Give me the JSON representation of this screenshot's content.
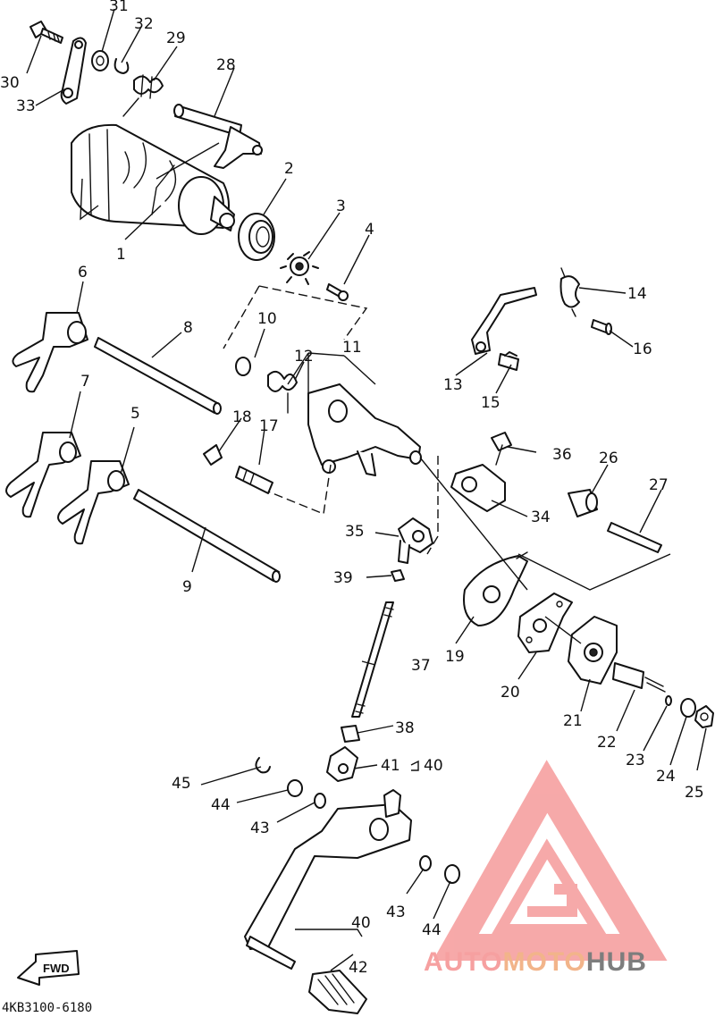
{
  "callouts": {
    "p1": "1",
    "p2": "2",
    "p3": "3",
    "p4": "4",
    "p5": "5",
    "p6": "6",
    "p7": "7",
    "p8": "8",
    "p9": "9",
    "p10": "10",
    "p11": "11",
    "p12": "12",
    "p13": "13",
    "p14": "14",
    "p15": "15",
    "p16": "16",
    "p17": "17",
    "p18": "18",
    "p19": "19",
    "p20": "20",
    "p21": "21",
    "p22": "22",
    "p23": "23",
    "p24": "24",
    "p25": "25",
    "p26": "26",
    "p27": "27",
    "p28": "28",
    "p29": "29",
    "p30": "30",
    "p31": "31",
    "p32": "32",
    "p33": "33",
    "p34": "34",
    "p35": "35",
    "p36": "36",
    "p37": "37",
    "p38": "38",
    "p39": "39",
    "p40a": "40",
    "p40b": "40",
    "p41": "41",
    "p42": "42",
    "p43a": "43",
    "p43b": "43",
    "p44a": "44",
    "p44b": "44",
    "p45": "45"
  },
  "diagram_code": "4KB3100-6180",
  "fwd_label": "FWD",
  "watermark": {
    "part1": "AUTO",
    "part2": "MOTO",
    "part3": "HUB",
    "color1": "#f6a0a0",
    "color2": "#f2b48a",
    "color3": "#7d7d7d"
  }
}
